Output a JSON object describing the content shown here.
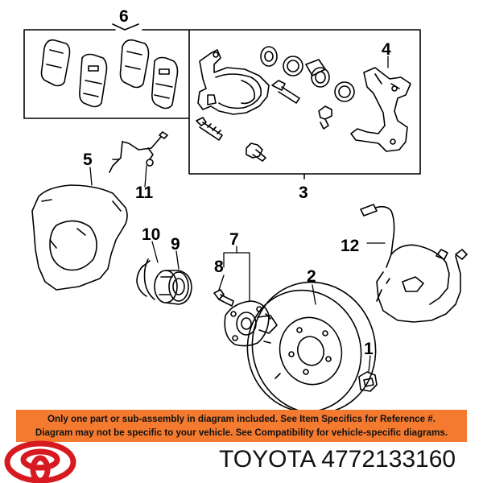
{
  "callouts": {
    "c1": "1",
    "c2": "2",
    "c3": "3",
    "c4": "4",
    "c5": "5",
    "c6": "6",
    "c7": "7",
    "c8": "8",
    "c9": "9",
    "c10": "10",
    "c11": "11",
    "c12": "12"
  },
  "notice": {
    "line1": "Only one part or sub-assembly in diagram included. See Item Specifics for Reference #.",
    "line2": "Diagram may not be specific to your vehicle. See Compatibility for vehicle-specific diagrams."
  },
  "colors": {
    "notice_background": "#f47a30",
    "logo_red": "#d71920"
  },
  "brand": {
    "name": "TOYOTA",
    "part_number": "4772133160",
    "logo": "toyota-logo-icon"
  }
}
